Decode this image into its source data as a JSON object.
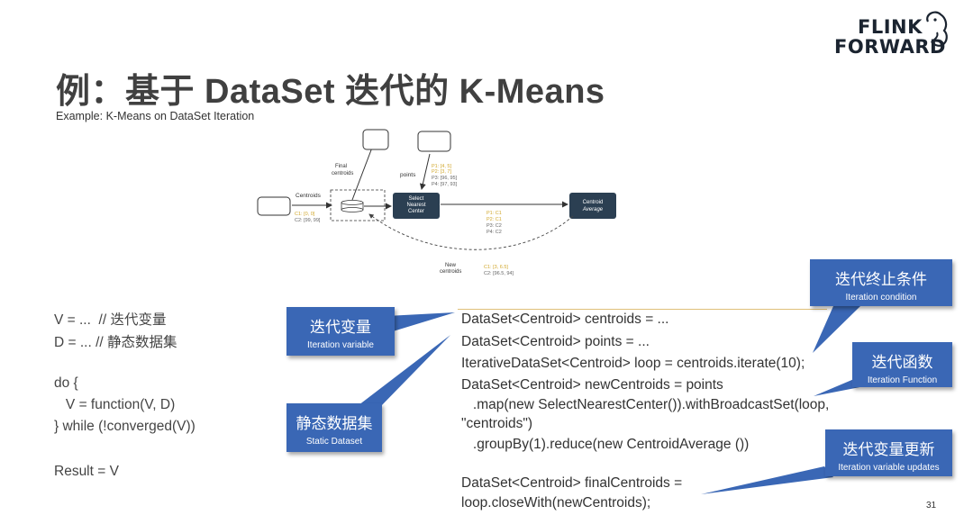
{
  "slide": {
    "title": "例：基于 DataSet 迭代的 K-Means",
    "subtitle": "Example: K-Means on DataSet Iteration",
    "page_number": "31"
  },
  "logo": {
    "line1": "FLINK",
    "line2": "FORWARD"
  },
  "diagram": {
    "centroids_label": "Centroids",
    "centroids_values": [
      "C1: [0, 0]",
      "C2: [99, 99]"
    ],
    "final_centroids_label": [
      "Final",
      "centroids"
    ],
    "points_label": "points",
    "points_values": [
      "P1: [4, 5]",
      "P2: [3, 7]",
      "P3: [96, 95]",
      "P4: [97, 93]"
    ],
    "select_node": [
      "Select",
      "Nearest",
      "Center"
    ],
    "average_node": [
      "Centroid",
      "Average"
    ],
    "assign_values": [
      "P1: C1",
      "P2: C1",
      "P3: C2",
      "P4: C2"
    ],
    "new_centroids_label": [
      "New",
      "centroids"
    ],
    "new_centroids_values": [
      "C1: [3, 6.5]",
      "C2: [96.5, 94]"
    ],
    "colors": {
      "node": "#2b3f52",
      "yellow": "#d1a72c",
      "gray": "#666666"
    }
  },
  "pseudocode": [
    "V = ...  // 迭代变量",
    "D = ... // 静态数据集",
    "do {",
    "   V = function(V, D)",
    "} while (!converged(V))",
    "Result = V"
  ],
  "code": [
    "DataSet<Centroid> centroids = ...",
    "DataSet<Centroid> points = ...",
    "IterativeDataSet<Centroid> loop = centroids.iterate(10);",
    "DataSet<Centroid> newCentroids = points",
    "   .map(new SelectNearestCenter()).withBroadcastSet(loop,",
    "\"centroids\")",
    "   .groupBy(1).reduce(new CentroidAverage ())",
    "DataSet<Centroid> finalCentroids =",
    "loop.closeWith(newCentroids);"
  ],
  "callouts": {
    "iteration_condition": {
      "zh": "迭代终止条件",
      "en": "Iteration condition"
    },
    "iteration_variable": {
      "zh": "迭代变量",
      "en": "Iteration variable"
    },
    "iteration_function": {
      "zh": "迭代函数",
      "en": "Iteration Function"
    },
    "static_dataset": {
      "zh": "静态数据集",
      "en": "Static Dataset"
    },
    "iteration_updates": {
      "zh": "迭代变量更新",
      "en": "Iteration variable updates"
    },
    "color": "#3a67b5"
  }
}
